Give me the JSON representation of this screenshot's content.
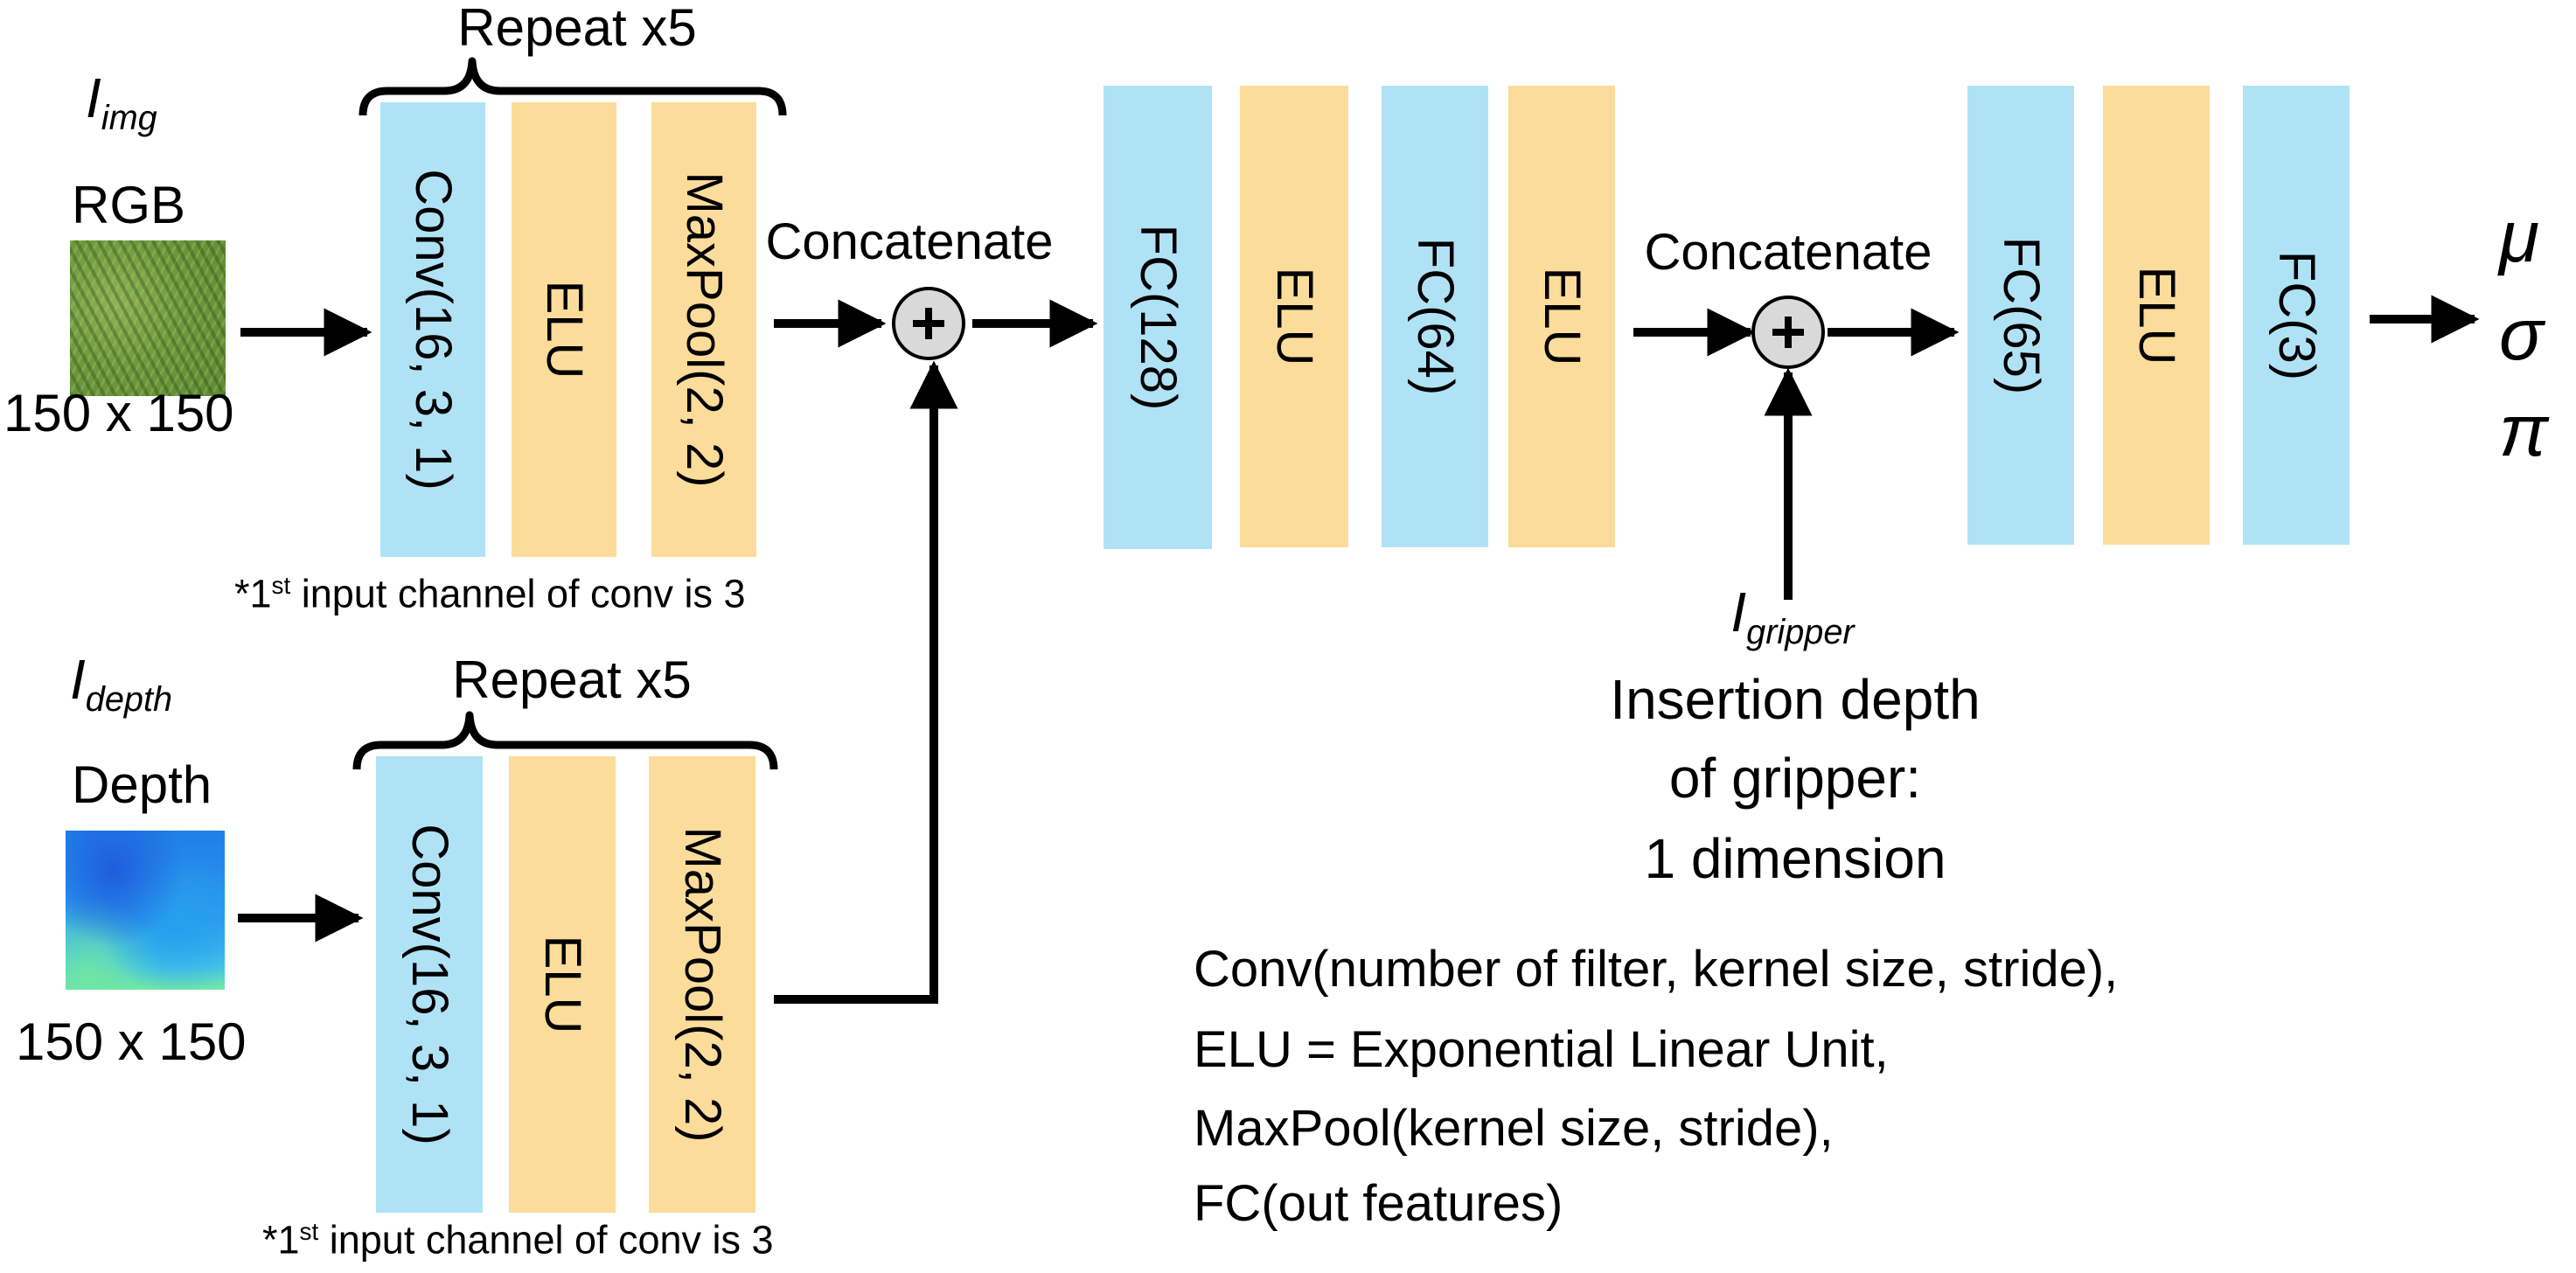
{
  "inputs": {
    "rgb": {
      "symbol": "I",
      "subscript": "img",
      "label": "RGB",
      "size": "150 x 150"
    },
    "depth": {
      "symbol": "I",
      "subscript": "depth",
      "label": "Depth",
      "size": "150 x 150"
    },
    "gripper": {
      "symbol": "I",
      "subscript": "gripper",
      "line1": "Insertion depth",
      "line2": "of gripper:",
      "line3": "1 dimension"
    }
  },
  "branches": {
    "rgb": {
      "repeat_label": "Repeat x5",
      "blocks": [
        {
          "label": "Conv(16, 3, 1)",
          "kind": "conv"
        },
        {
          "label": "ELU",
          "kind": "activation"
        },
        {
          "label": "MaxPool(2, 2)",
          "kind": "pool"
        }
      ],
      "note": {
        "prefix": "*1",
        "sup": "st",
        "rest": " input channel of conv is 3"
      }
    },
    "depth": {
      "repeat_label": "Repeat x5",
      "blocks": [
        {
          "label": "Conv(16, 3, 1)",
          "kind": "conv"
        },
        {
          "label": "ELU",
          "kind": "activation"
        },
        {
          "label": "MaxPool(2, 2)",
          "kind": "pool"
        }
      ],
      "note": {
        "prefix": "*1",
        "sup": "st",
        "rest": " input channel of conv is 3"
      }
    }
  },
  "concat1": {
    "label": "Concatenate",
    "symbol": "+"
  },
  "fc_stack1": [
    {
      "label": "FC(128)",
      "kind": "fc"
    },
    {
      "label": "ELU",
      "kind": "activation"
    },
    {
      "label": "FC(64)",
      "kind": "fc"
    },
    {
      "label": "ELU",
      "kind": "activation"
    }
  ],
  "concat2": {
    "label": "Concatenate",
    "symbol": "+"
  },
  "fc_stack2": [
    {
      "label": "FC(65)",
      "kind": "fc"
    },
    {
      "label": "ELU",
      "kind": "activation"
    },
    {
      "label": "FC(3)",
      "kind": "fc"
    }
  ],
  "outputs": [
    "μ",
    "σ",
    "π"
  ],
  "legend": [
    "Conv(number of filter, kernel size, stride),",
    "ELU = Exponential Linear Unit,",
    "MaxPool(kernel size, stride),",
    "FC(out features)"
  ],
  "colors": {
    "layer_blue": "#b0e2f6",
    "layer_orange": "#fbdc9a",
    "node_fill": "#d9d9d9",
    "ink": "#000000"
  }
}
